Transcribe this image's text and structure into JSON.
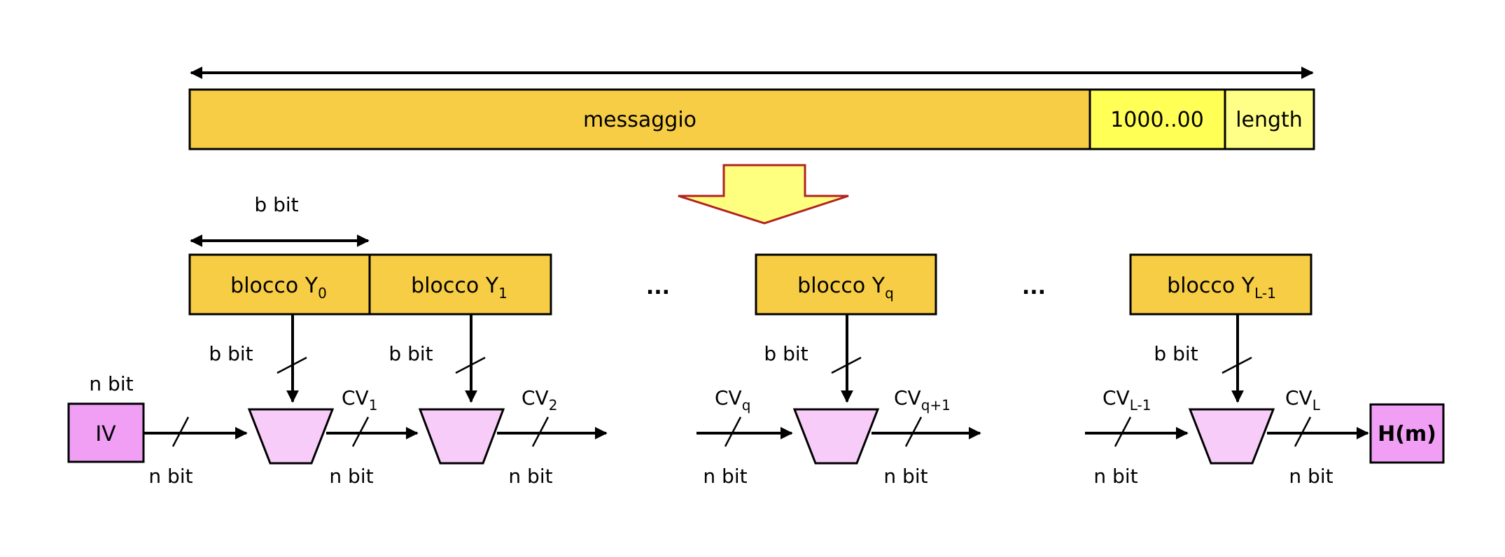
{
  "message_bar": {
    "segments": [
      {
        "label": "messaggio",
        "color": "#F6CD45"
      },
      {
        "label": "1000..00",
        "color": "#FFFF55"
      },
      {
        "label": "length",
        "color": "#FFFF88"
      }
    ]
  },
  "transform_arrow": {
    "fill": "#FFFF7F",
    "stroke": "#B22222"
  },
  "block_width_label": "b bit",
  "blocks": [
    {
      "label": "blocco Y",
      "sub": "0"
    },
    {
      "label": "blocco Y",
      "sub": "1"
    },
    {
      "label": "blocco Y",
      "sub": "q"
    },
    {
      "label": "blocco Y",
      "sub": "L-1"
    }
  ],
  "ellipsis": "...",
  "block_color": "#F6CD45",
  "iv": {
    "label": "IV",
    "top_label": "n bit",
    "color": "#F09FF5"
  },
  "output": {
    "label": "H(m)",
    "color": "#F09FF5"
  },
  "compress_color": "#F8CCF8",
  "b_bit_label": "b bit",
  "n_bit_label": "n bit",
  "cv_labels": [
    {
      "base": "CV",
      "sub": "1"
    },
    {
      "base": "CV",
      "sub": "2"
    },
    {
      "base": "CV",
      "sub": "q"
    },
    {
      "base": "CV",
      "sub": "q+1"
    },
    {
      "base": "CV",
      "sub": "L-1"
    },
    {
      "base": "CV",
      "sub": "L"
    }
  ]
}
